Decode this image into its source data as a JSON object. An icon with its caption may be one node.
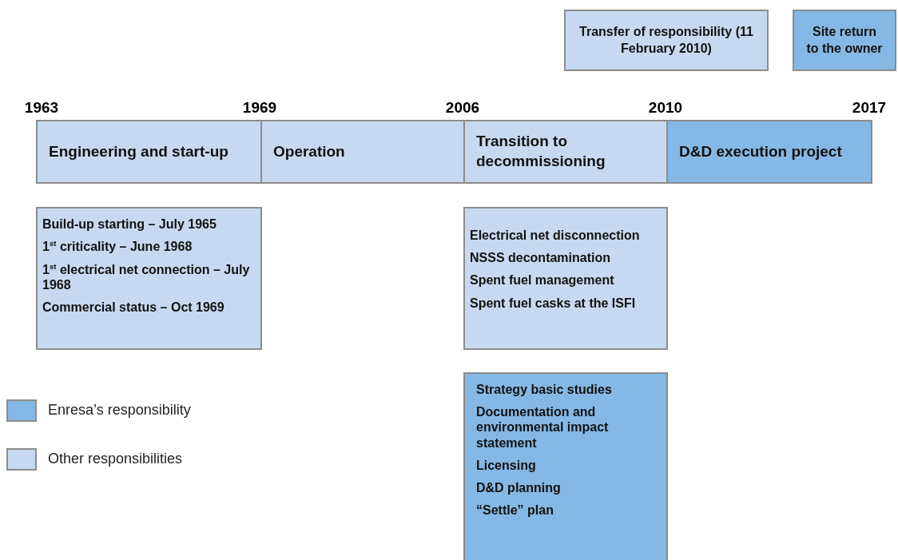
{
  "diagram": {
    "nodes": [
      {
        "text": [
          "Transfer of responsibility (11 February 2010)"
        ]
      },
      {
        "text": [
          "Site return to the owner"
        ]
      },
      {
        "text": [
          "Engineering and start-up"
        ]
      },
      {
        "text": [
          "Operation"
        ]
      },
      {
        "text": [
          "Transition to decommissioning"
        ]
      },
      {
        "text": [
          "D&D execution project"
        ]
      },
      {
        "text": [
          "Build-up starting – July 1965",
          "1$^{st}$ criticality – June 1968",
          "1$^{st}$ electrical net connection – July 1968",
          "Commercial status – Oct 1969"
        ]
      },
      {
        "text": [
          "Electrical net disconnection",
          "NSSS decontamination",
          "Spent fuel management",
          "Spent fuel casks at the ISFI"
        ]
      },
      {
        "text": [
          "Strategy basic studies",
          "Documentation and environmental impact statement",
          "Licensing",
          "D&D planning",
          "“Settle” plan"
        ]
      }
    ],
    "labels": [
      "1963",
      "1969",
      "2006",
      "2010",
      "2017"
    ],
    "legend": [
      {
        "text": "Enresa’s responsibility",
        "color": "#85b8e4"
      },
      {
        "text": "Other responsibilities",
        "color": "#c6d9f0"
      }
    ]
  }
}
